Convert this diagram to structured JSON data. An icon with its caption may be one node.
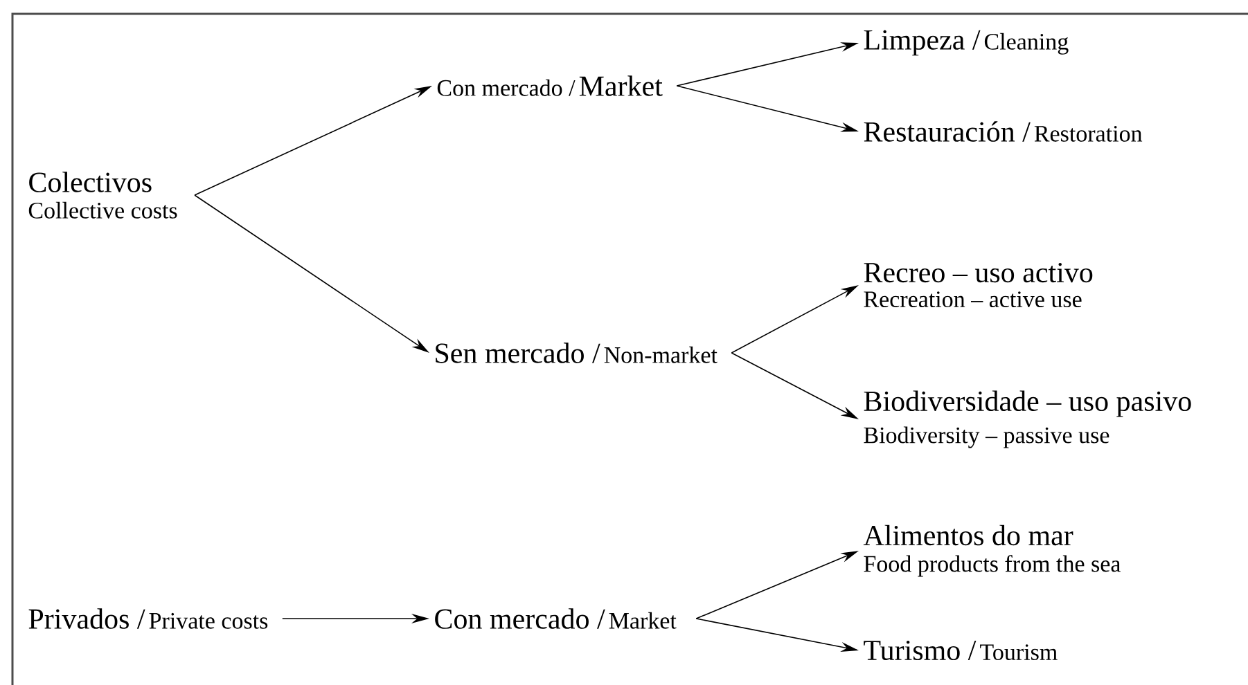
{
  "diagram": {
    "nodes": [
      {
        "text": [
          "Colectivos",
          "Collective costs"
        ]
      },
      {
        "text": [
          "Con mercado /",
          "Market"
        ]
      },
      {
        "text": [
          "Limpeza /",
          "Cleaning"
        ]
      },
      {
        "text": [
          "Restauración /",
          "Restoration"
        ]
      },
      {
        "text": [
          "Sen mercado /",
          "Non-market"
        ]
      },
      {
        "text": [
          "Recreo – uso activo",
          "Recreation – active use"
        ]
      },
      {
        "text": [
          "Biodiversidade – uso pasivo",
          "Biodiversity – passive use"
        ]
      },
      {
        "text": [
          "Privados /",
          "Private costs"
        ]
      },
      {
        "text": [
          "Con mercado /",
          "Market"
        ]
      },
      {
        "text": [
          "Alimentos do mar",
          "Food products from the sea"
        ]
      },
      {
        "text": [
          "Turismo /",
          "Tourism"
        ]
      }
    ],
    "edges": [
      {
        "from": 0,
        "to": 1,
        "arrow": "to"
      },
      {
        "from": 0,
        "to": 4,
        "arrow": "to"
      },
      {
        "from": 1,
        "to": 2,
        "arrow": "to"
      },
      {
        "from": 1,
        "to": 3,
        "arrow": "to"
      },
      {
        "from": 4,
        "to": 5,
        "arrow": "to"
      },
      {
        "from": 4,
        "to": 6,
        "arrow": "to"
      },
      {
        "from": 7,
        "to": 8,
        "arrow": "to"
      },
      {
        "from": 8,
        "to": 9,
        "arrow": "to"
      },
      {
        "from": 8,
        "to": 10,
        "arrow": "to"
      }
    ]
  }
}
